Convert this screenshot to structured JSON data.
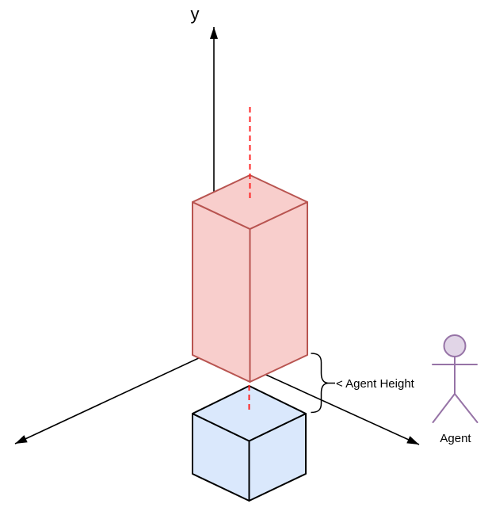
{
  "diagram": {
    "y_axis_label": "y",
    "height_annotation_label": "< Agent Height",
    "agent_label": "Agent"
  },
  "colors": {
    "axis_color": "#000000",
    "arrowhead_color": "#000000",
    "red_box_fill": "#F8CECC",
    "red_box_stroke": "#B85450",
    "blue_cube_fill": "#DAE8FC",
    "blue_cube_stroke": "#000000",
    "dashed_line": "#FF2222",
    "agent_fill": "#E1D5E7",
    "agent_stroke": "#9673A6",
    "annotation_stroke": "#000000",
    "text_color": "#000000"
  }
}
